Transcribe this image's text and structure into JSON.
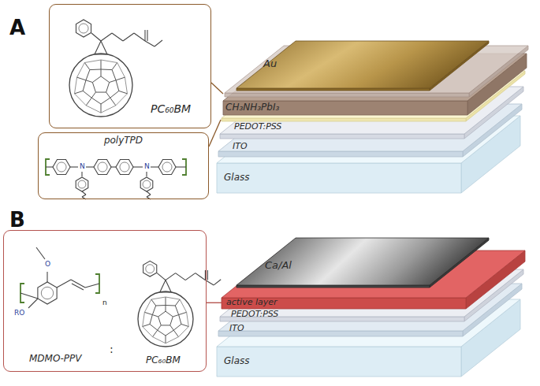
{
  "diagram": {
    "nodes": [
      {
        "text": [
          "PC₆₀BM"
        ]
      },
      {
        "text": [
          "polyTPD"
        ]
      },
      {
        "text": [
          "Au"
        ]
      },
      {
        "text": [
          "CH₃NH₃PbI₃"
        ]
      },
      {
        "text": [
          "PEDOT:PSS"
        ]
      },
      {
        "text": [
          "ITO"
        ]
      },
      {
        "text": [
          "Glass"
        ]
      },
      {
        "text": [
          "MDMO-PPV",
          ":",
          "PC₆₀BM"
        ]
      },
      {
        "text": [
          "Ca/Al"
        ]
      },
      {
        "text": [
          "active layer"
        ]
      },
      {
        "text": [
          "PEDOT:PSS"
        ]
      },
      {
        "text": [
          "ITO"
        ]
      },
      {
        "text": [
          "Glass"
        ]
      }
    ],
    "edges": [
      {
        "from": 7,
        "to": 9,
        "arrow": "none"
      }
    ],
    "labels": [
      "A",
      "B",
      "N",
      "N",
      "O",
      "RO",
      "n"
    ]
  }
}
